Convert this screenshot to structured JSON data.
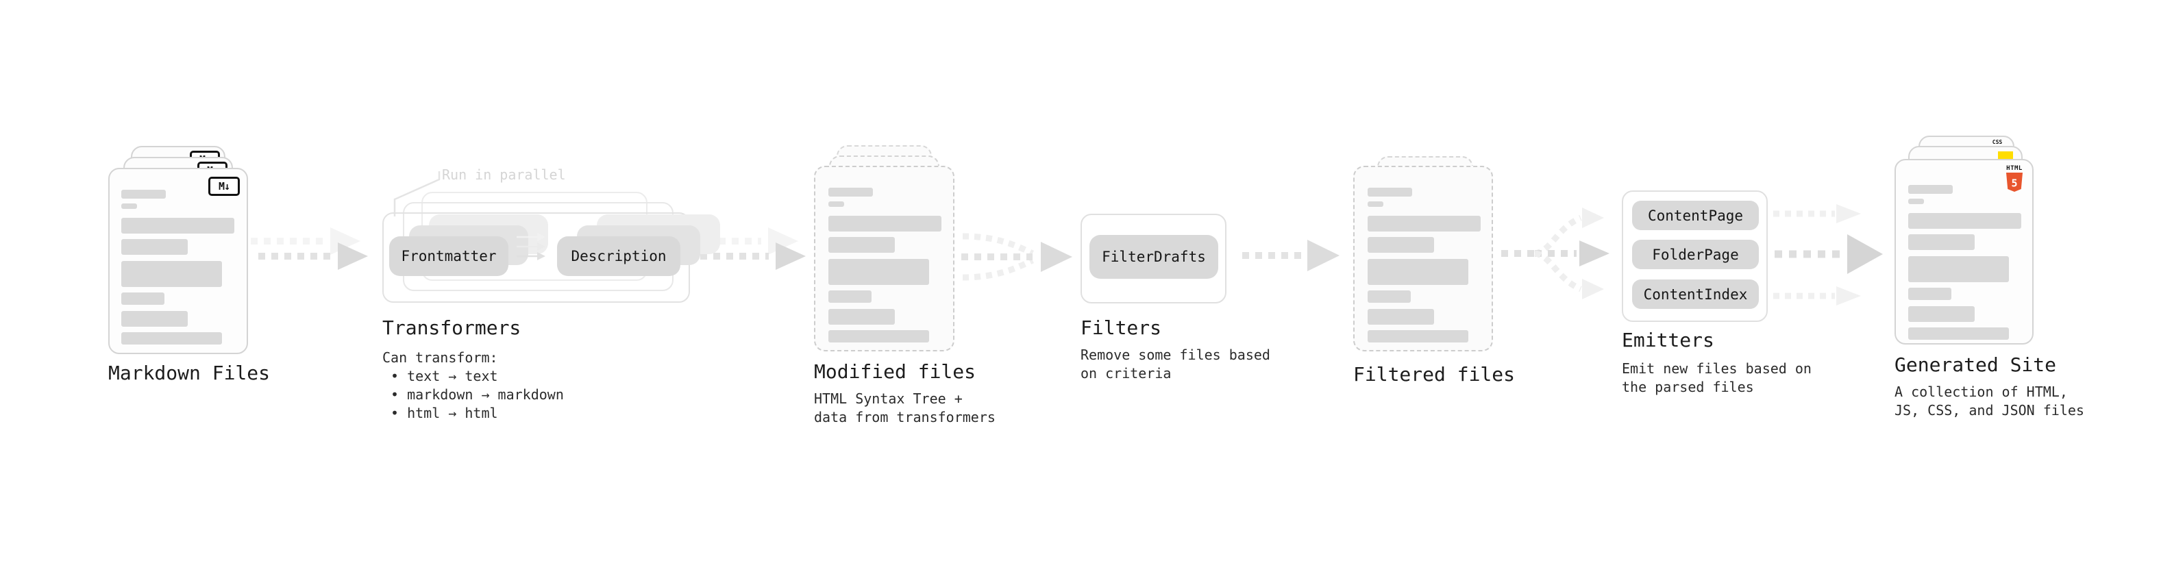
{
  "diagram": {
    "stages": {
      "markdown_files": {
        "title": "Markdown Files",
        "badge": "M↓"
      },
      "transformers": {
        "title": "Transformers",
        "note": "Run in parallel",
        "pills": [
          "Frontmatter",
          "Description"
        ],
        "description": {
          "heading": "Can transform:",
          "bullets": [
            "• text → text",
            "• markdown → markdown",
            "• html → html"
          ]
        }
      },
      "modified_files": {
        "title": "Modified files",
        "subtitle": [
          "HTML Syntax Tree +",
          "data from transformers"
        ]
      },
      "filters": {
        "title": "Filters",
        "pills": [
          "FilterDrafts"
        ],
        "subtitle": [
          "Remove some files based",
          "on criteria"
        ]
      },
      "filtered_files": {
        "title": "Filtered files"
      },
      "emitters": {
        "title": "Emitters",
        "pills": [
          "ContentPage",
          "FolderPage",
          "ContentIndex"
        ],
        "subtitle": [
          "Emit new files based on",
          "the parsed files"
        ]
      },
      "generated_site": {
        "title": "Generated Site",
        "subtitle": [
          "A collection of HTML,",
          "JS, CSS, and JSON files"
        ],
        "badges": {
          "css_label": "CSS",
          "html_label": "HTML",
          "html5_number": "5"
        }
      }
    },
    "colors": {
      "pill_bg": "#d9d9d9",
      "placeholder_bar": "#d9d9d9",
      "arrow_dash": "#e2e2e2",
      "arrow_head": "#d9d9d9",
      "arrow_light": "#f0f0f0",
      "html5_orange": "#e8552d",
      "js_yellow": "#ffdd00",
      "css_blue": "#2f6fe4"
    }
  }
}
